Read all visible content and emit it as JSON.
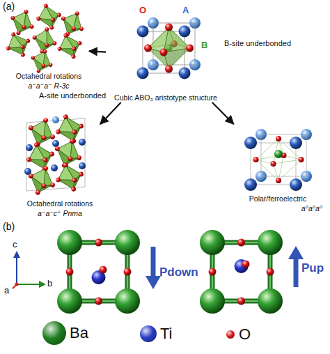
{
  "diagram": {
    "nodes": [
      {
        "text": [
          "Cubic ABO₃ aristotype structure"
        ]
      },
      {
        "text": [
          "Octahedral rotations",
          "a⁻a⁻a⁻ R-3c"
        ]
      },
      {
        "text": [
          "Octahedral rotations",
          "a⁻a⁻c⁺ Pnma"
        ]
      },
      {
        "text": [
          "Polar/ferroelectric",
          "a⁰a⁰a⁰"
        ]
      }
    ],
    "edges": [
      {
        "from": 0,
        "to": 1,
        "arrow": "to"
      },
      {
        "from": 0,
        "to": 2,
        "arrow": "to"
      },
      {
        "from": 0,
        "to": 3,
        "arrow": "to"
      }
    ],
    "labels": [
      "(a)",
      "O",
      "A",
      "B",
      "B-site underbonded",
      "A-site underbonded",
      "(b)",
      "c",
      "b",
      "a",
      "Pdown",
      "Pup"
    ],
    "legend": [
      {
        "text": "Ba",
        "color": "#1e7d1e"
      },
      {
        "text": "Ti",
        "color": "#2a3cc4"
      },
      {
        "text": "O",
        "color": "#d81818"
      }
    ]
  }
}
